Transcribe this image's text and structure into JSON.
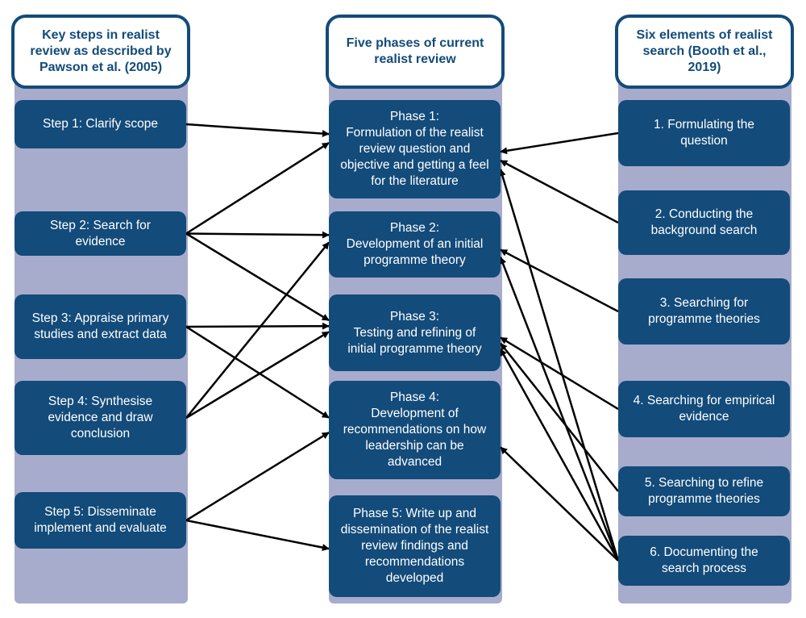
{
  "columns": {
    "left": {
      "header": "Key steps in realist\nreview as described by\nPawson et al. (2005)",
      "boxes": [
        "Step 1: Clarify scope",
        "Step 2: Search for\nevidence",
        "Step 3: Appraise primary\nstudies and extract data",
        "Step 4: Synthesise\nevidence and draw\nconclusion",
        "Step 5: Disseminate\nimplement and evaluate"
      ]
    },
    "middle": {
      "header": "Five phases of current\nrealist review",
      "boxes": [
        "Phase 1:\nFormulation of the realist\nreview question and\nobjective and getting a feel\nfor the literature",
        "Phase 2:\nDevelopment of an initial\nprogramme theory",
        "Phase 3:\nTesting and refining of\ninitial programme theory",
        "Phase 4:\nDevelopment of\nrecommendations on how\nleadership can be\nadvanced",
        "Phase 5: Write up and\ndissemination of the realist\nreview findings and\nrecommendations\ndeveloped"
      ]
    },
    "right": {
      "header": "Six elements of realist\nsearch (Booth et al.,\n2019)",
      "boxes": [
        "1. Formulating the\nquestion",
        "2. Conducting the\nbackground search",
        "3. Searching for\nprogramme theories",
        "4. Searching for empirical\nevidence",
        "5. Searching to refine\nprogramme theories",
        "6. Documenting the\nsearch process"
      ]
    }
  },
  "colors": {
    "box": "#134b7a",
    "column_band": "#a7accc",
    "header_border": "#134b7a",
    "arrow": "#000000"
  },
  "links": [
    {
      "from": "left.0",
      "to": "middle.0"
    },
    {
      "from": "left.1",
      "to": "middle.0"
    },
    {
      "from": "left.1",
      "to": "middle.1"
    },
    {
      "from": "left.1",
      "to": "middle.2"
    },
    {
      "from": "left.2",
      "to": "middle.2"
    },
    {
      "from": "left.2",
      "to": "middle.3"
    },
    {
      "from": "left.3",
      "to": "middle.1"
    },
    {
      "from": "left.3",
      "to": "middle.2"
    },
    {
      "from": "left.4",
      "to": "middle.3"
    },
    {
      "from": "left.4",
      "to": "middle.4"
    },
    {
      "from": "right.0",
      "to": "middle.0"
    },
    {
      "from": "right.1",
      "to": "middle.0"
    },
    {
      "from": "right.2",
      "to": "middle.1"
    },
    {
      "from": "right.3",
      "to": "middle.2"
    },
    {
      "from": "right.4",
      "to": "middle.2"
    },
    {
      "from": "right.5",
      "to": "middle.0"
    },
    {
      "from": "right.5",
      "to": "middle.1"
    },
    {
      "from": "right.5",
      "to": "middle.2"
    },
    {
      "from": "right.5",
      "to": "middle.3"
    }
  ]
}
